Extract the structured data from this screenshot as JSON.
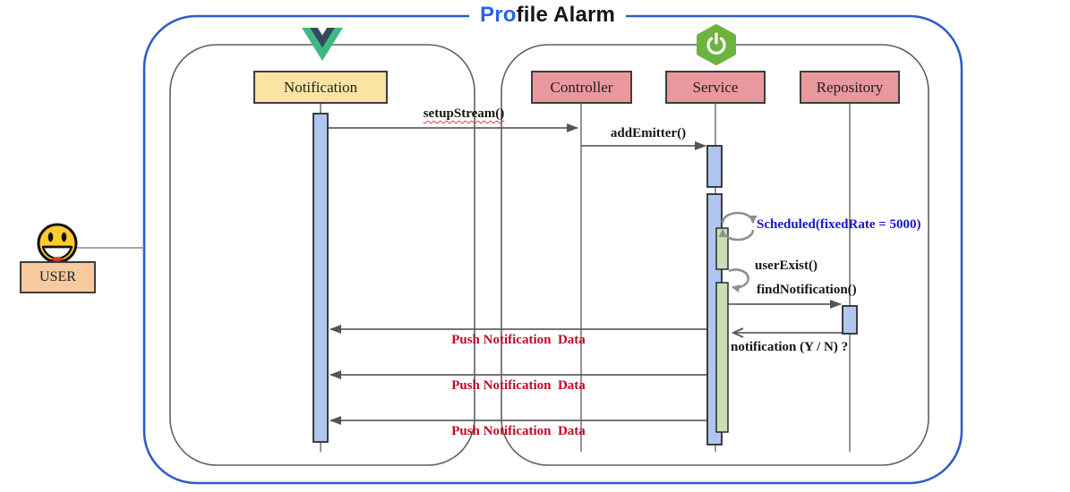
{
  "title": {
    "prefix": "Pro",
    "suffix": "file Alarm"
  },
  "actor": {
    "label": "USER",
    "icon": "smiley-face"
  },
  "frontend_group": {
    "logo": "vue-logo",
    "components": [
      {
        "label": "Notification"
      }
    ]
  },
  "backend_group": {
    "logo": "spring-boot-logo",
    "components": [
      {
        "label": "Controller"
      },
      {
        "label": "Service"
      },
      {
        "label": "Repository"
      }
    ]
  },
  "messages": {
    "setup_stream": "setupStream()",
    "add_emitter": "addEmitter()",
    "scheduled": "Scheduled(fixedRate = 5000)",
    "user_exist": "userExist()",
    "find_notification": "findNotification()",
    "notification_return": "notification (Y / N) ?",
    "push_1": "Push Notification  Data",
    "push_2": "Push Notification  Data",
    "push_3": "Push Notification  Data"
  },
  "colors": {
    "frame_border": "#2b5fc6",
    "title_accent": "#2563eb",
    "group_border": "#5f5f5f",
    "notification_fill": "#fbe4a2",
    "backend_fill": "#e9989e",
    "actor_fill": "#f6c99e",
    "activation_fill": "#aec6f0",
    "schedule_fill": "#c9dfb6",
    "push_text": "#bf0a26",
    "scheduled_text": "#1515d0",
    "vue_green": "#41b883",
    "vue_navy": "#34495e",
    "spring_green": "#6db33f"
  }
}
